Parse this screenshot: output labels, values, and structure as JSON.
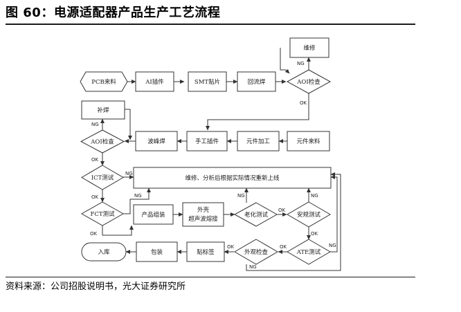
{
  "figure": {
    "title": "图 60：电源适配器产品生产工艺流程",
    "source": "资料来源：公司招股说明书，光大证券研究所"
  },
  "nodes": {
    "pcb": "PCB来料",
    "ai": "AI插件",
    "smt": "SMT贴片",
    "reflow": "回流焊",
    "aoi1": "AOI检查",
    "repair_top": "维修",
    "manual": "手工插件",
    "component_proc": "元件加工",
    "component_in": "元件来料",
    "wave": "波峰焊",
    "aoi2": "AOI检查",
    "patch": "补焊",
    "ict": "ICT测试",
    "repair_main": "维修、分析后根据实际情况重新上线",
    "fct": "FCT测试",
    "assembly": "产品组装",
    "shell_1": "外壳",
    "shell_2": "超声波熔接",
    "aging": "老化测试",
    "safety": "安规测试",
    "ate": "ATE测试",
    "inspect": "外观检查",
    "label": "贴标签",
    "pack": "包装",
    "store": "入库"
  },
  "edges": {
    "ok": "OK",
    "ng": "NG"
  }
}
